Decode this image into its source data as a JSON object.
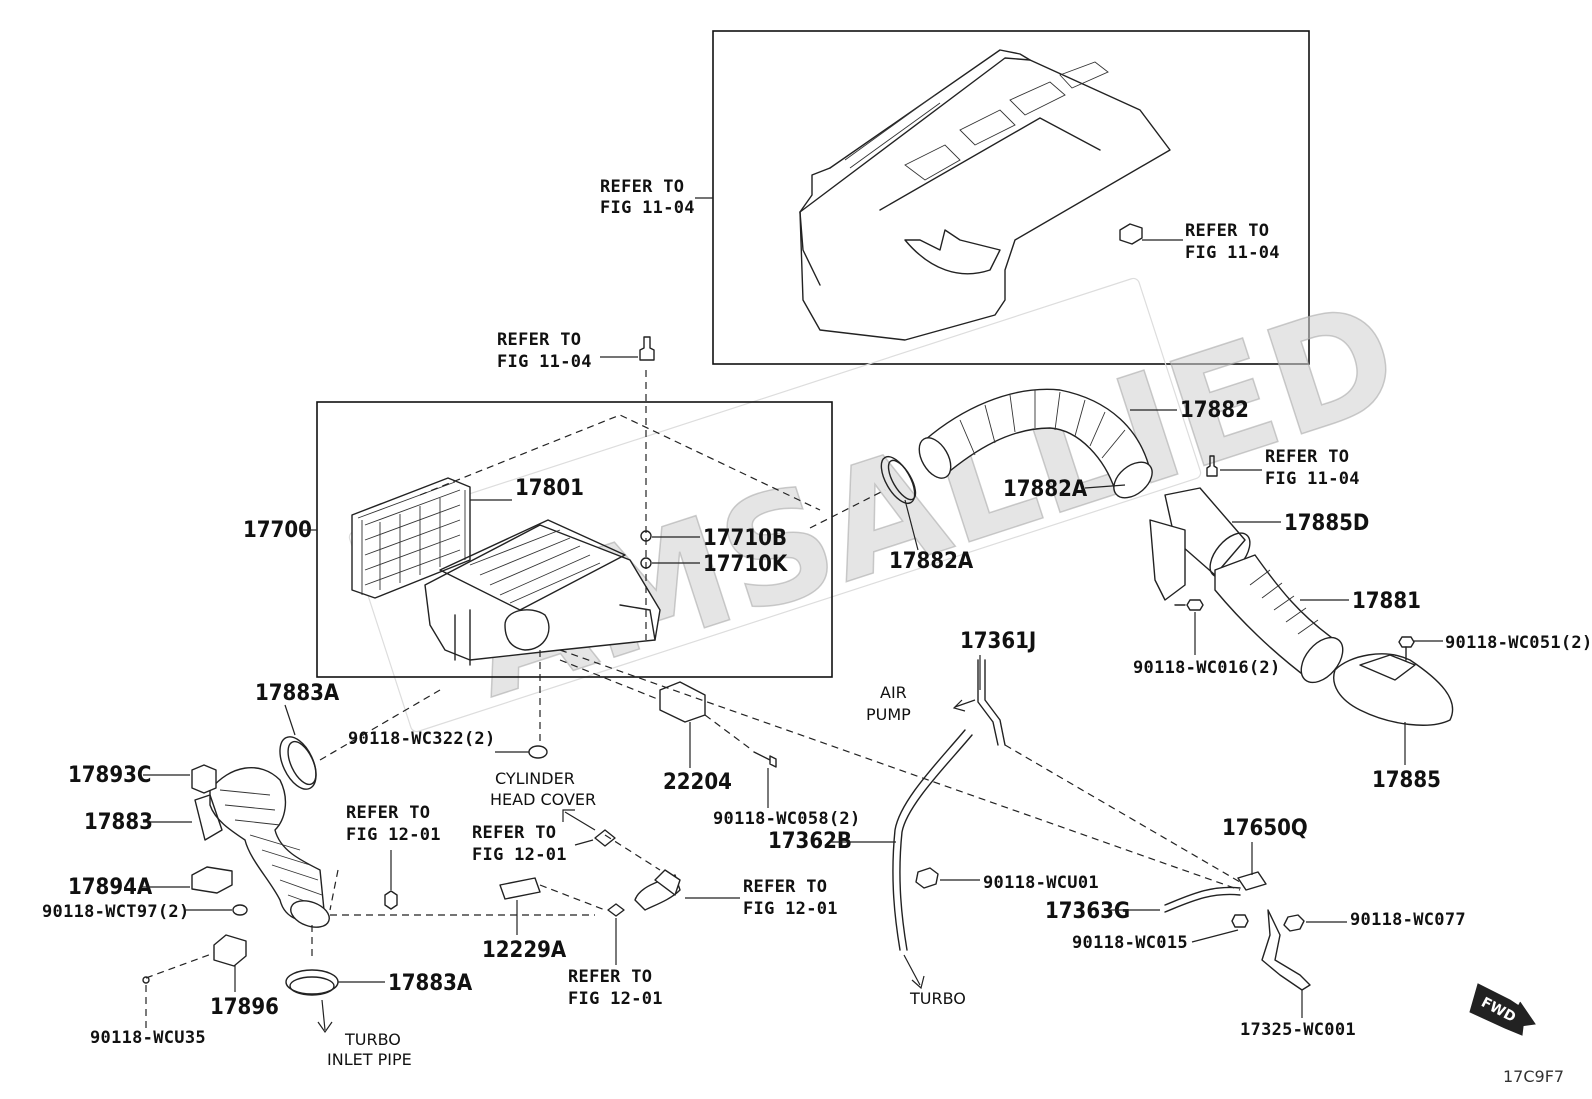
{
  "watermark": "AMSALLIED",
  "figure_code": "17C9F7",
  "fwd_label": "FWD",
  "labels": {
    "p17700": "17700",
    "p17801": "17801",
    "p17710B": "17710B",
    "p17710K": "17710K",
    "p17882": "17882",
    "p17882A_1": "17882A",
    "p17882A_2": "17882A",
    "p17885D": "17885D",
    "p17881": "17881",
    "p17885": "17885",
    "p17883A_1": "17883A",
    "p17883A_2": "17883A",
    "p17893C": "17893C",
    "p17883": "17883",
    "p17894A": "17894A",
    "p17896": "17896",
    "p22204": "22204",
    "p12229A": "12229A",
    "p17361J": "17361J",
    "p17362B": "17362B",
    "p17650Q": "17650Q",
    "p17363G": "17363G",
    "b_WC016": "90118-WC016(2)",
    "b_WC051": "90118-WC051(2)",
    "b_WC322": "90118-WC322(2)",
    "b_WC058": "90118-WC058(2)",
    "b_WCT97": "90118-WCT97(2)",
    "b_WCU35": "90118-WCU35",
    "b_WCU01": "90118-WCU01",
    "b_WC015": "90118-WC015",
    "b_WC077": "90118-WC077",
    "b_17325": "17325-WC001"
  },
  "refs": {
    "r1_a": "REFER TO",
    "r1_b": "FIG 11-04",
    "r2_a": "REFER TO",
    "r2_b": "FIG 11-04",
    "r3_a": "REFER TO",
    "r3_b": "FIG 11-04",
    "r4_a": "REFER TO",
    "r4_b": "FIG 11-04",
    "r5_a": "REFER TO",
    "r5_b": "FIG 12-01",
    "r6_a": "REFER TO",
    "r6_b": "FIG 12-01",
    "r7_a": "REFER TO",
    "r7_b": "FIG 12-01",
    "r8_a": "REFER TO",
    "r8_b": "FIG 12-01"
  },
  "notes": {
    "air_a": "AIR",
    "air_b": "PUMP",
    "chc_a": "CYLINDER",
    "chc_b": "HEAD COVER",
    "turbo": "TURBO",
    "tip_a": "TURBO",
    "tip_b": "INLET PIPE"
  }
}
